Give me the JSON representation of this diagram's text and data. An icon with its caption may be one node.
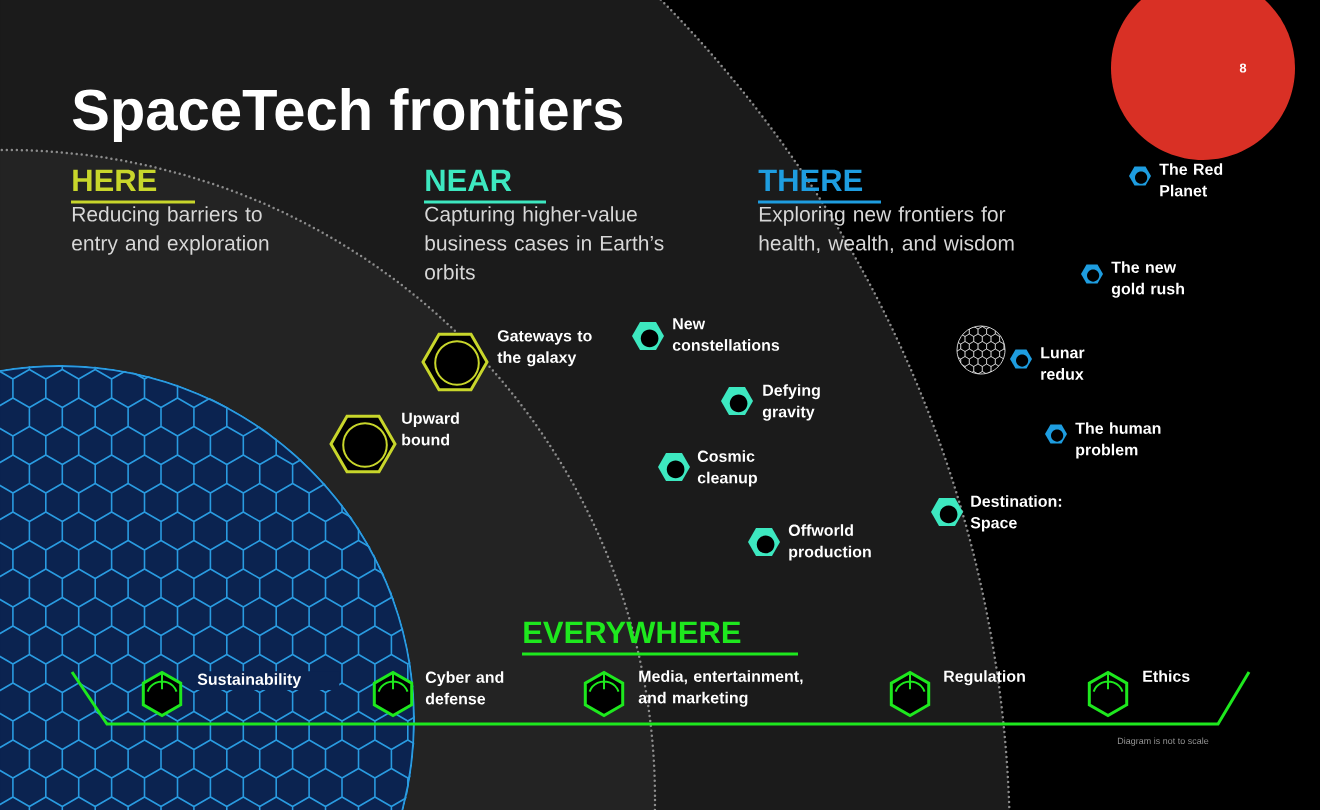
{
  "diagram": {
    "title": "SpaceTech frontiers",
    "nodes": [
      {
        "text": [
          "8"
        ]
      },
      {
        "text": [
          "The Red Planet"
        ]
      },
      {
        "text": [
          "The new gold rush"
        ]
      },
      {
        "text": [
          "Gateways to the galaxy"
        ]
      },
      {
        "text": [
          "New constellations"
        ]
      },
      {
        "text": [
          "Lunar redux"
        ]
      },
      {
        "text": [
          "Defying gravity"
        ]
      },
      {
        "text": [
          "Upward bound"
        ]
      },
      {
        "text": [
          "The human problem"
        ]
      },
      {
        "text": [
          "Cosmic cleanup"
        ]
      },
      {
        "text": [
          "Destination: Space"
        ]
      },
      {
        "text": [
          "Offworld production"
        ]
      },
      {
        "text": [
          "Sustainability"
        ]
      },
      {
        "text": [
          "Cyber and defense"
        ]
      },
      {
        "text": [
          "Media, entertainment, and marketing"
        ]
      },
      {
        "text": [
          "Regulation"
        ]
      },
      {
        "text": [
          "Ethics"
        ]
      }
    ],
    "edges": [],
    "labels": [
      "HERE",
      "Reducing barriers to entry and exploration",
      "NEAR",
      "Capturing higher-value business cases in Earth’s orbits",
      "THERE",
      "Exploring new frontiers for health, wealth, and wisdom",
      "EVERYWHERE",
      "Diagram is not to scale"
    ]
  }
}
